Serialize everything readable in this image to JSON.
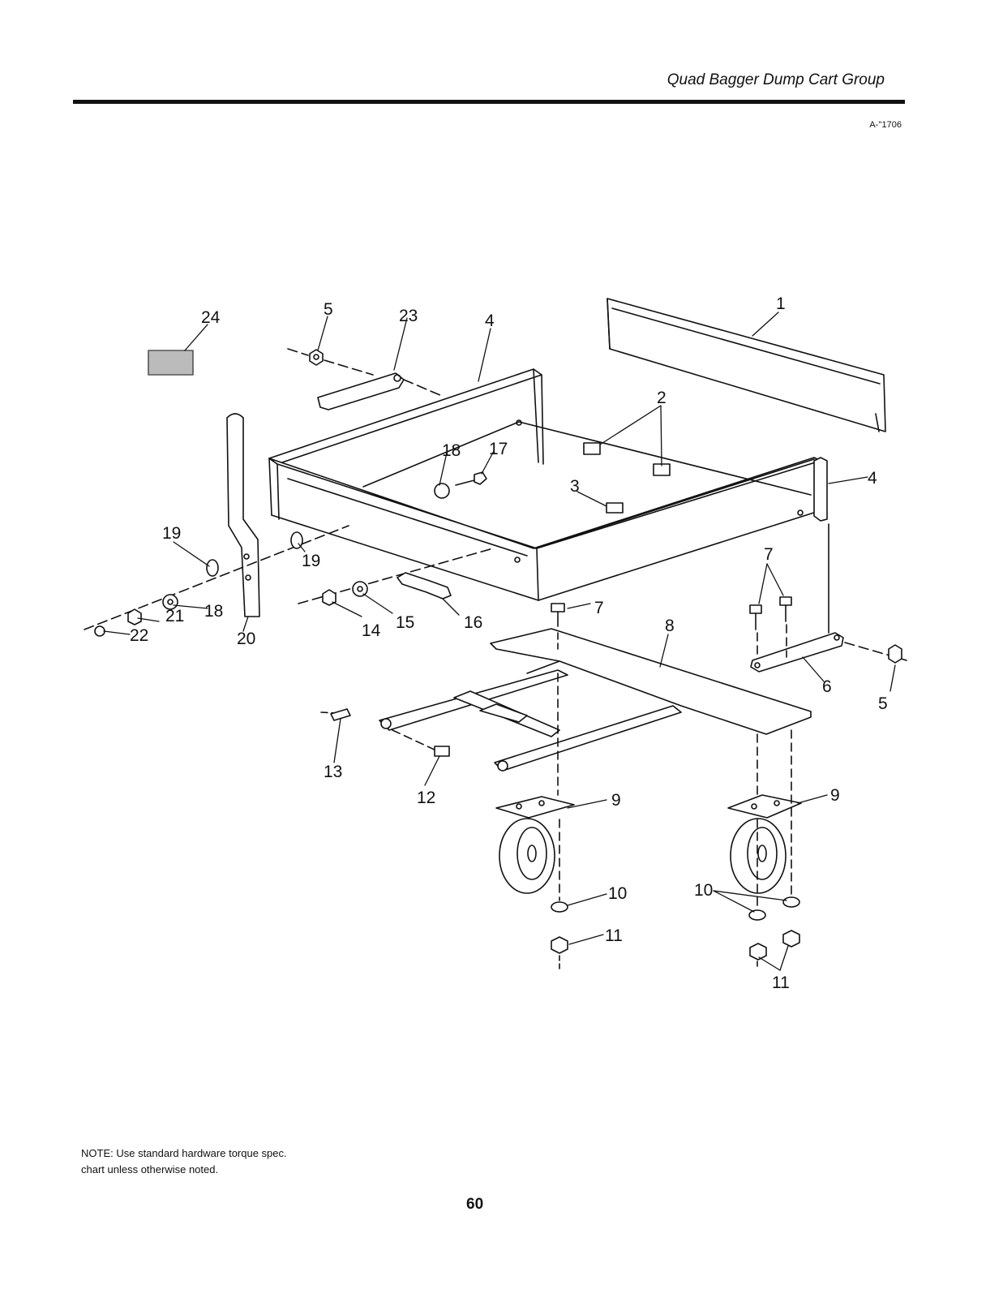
{
  "header": {
    "title": "Quad Bagger Dump Cart Group",
    "diagram_code": "A-''1706"
  },
  "callouts": {
    "c1": "1",
    "c2": "2",
    "c3": "3",
    "c4a": "4",
    "c4b": "4",
    "c5a": "5",
    "c5b": "5",
    "c6": "6",
    "c7a": "7",
    "c7b": "7",
    "c8": "8",
    "c9a": "9",
    "c9b": "9",
    "c10a": "10",
    "c10b": "10",
    "c11a": "11",
    "c11b": "11",
    "c12": "12",
    "c13": "13",
    "c14": "14",
    "c15": "15",
    "c16": "16",
    "c17": "17",
    "c18a": "18",
    "c18b": "18",
    "c19a": "19",
    "c19b": "19",
    "c20": "20",
    "c21": "21",
    "c22": "22",
    "c23": "23",
    "c24": "24"
  },
  "note": "NOTE: Use standard hardware torque spec. chart unless otherwise noted.",
  "page_number": "60"
}
